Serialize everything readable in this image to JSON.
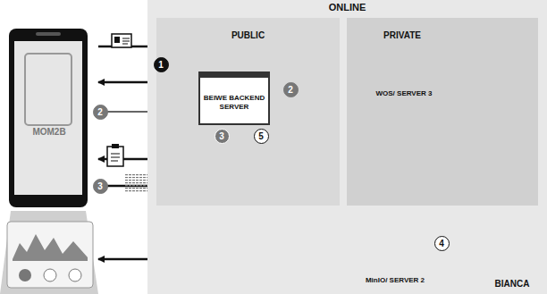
{
  "diagram": {
    "nodes": [
      {
        "text": [
          "ONLINE"
        ]
      },
      {
        "text": [
          "PUBLIC"
        ],
        "in": 0
      },
      {
        "text": [
          "PRIVATE"
        ],
        "in": 0
      },
      {
        "text": [
          "BEIWE BACKEND SERVER"
        ],
        "in": 1
      },
      {
        "text": [
          "WOS/ SERVER 3"
        ],
        "in": 2
      },
      {
        "text": [
          "MinIO/ SERVER 2"
        ],
        "in": 0
      },
      {
        "text": [
          "BIANCA"
        ]
      },
      {
        "text": [
          "MOM2B"
        ]
      }
    ],
    "edges": [
      {
        "from": 7,
        "to": 3,
        "arrow": "to"
      },
      {
        "from": 3,
        "to": 7,
        "arrow": "to"
      },
      {
        "from": 3,
        "to": 4,
        "arrow": "to"
      },
      {
        "from": 7,
        "to": 4,
        "arrow": "none"
      },
      {
        "from": 3,
        "to": 7,
        "arrow": "to"
      },
      {
        "from": 7,
        "to": 3,
        "arrow": "to"
      },
      {
        "from": 3,
        "to": 5,
        "arrow": "to"
      },
      {
        "from": 5,
        "to": 6,
        "arrow": "to"
      },
      {
        "from": 3,
        "to": 7,
        "arrow": "to"
      }
    ],
    "labels": [
      "1",
      "2",
      "2",
      "3",
      "5",
      "3",
      "4"
    ]
  }
}
